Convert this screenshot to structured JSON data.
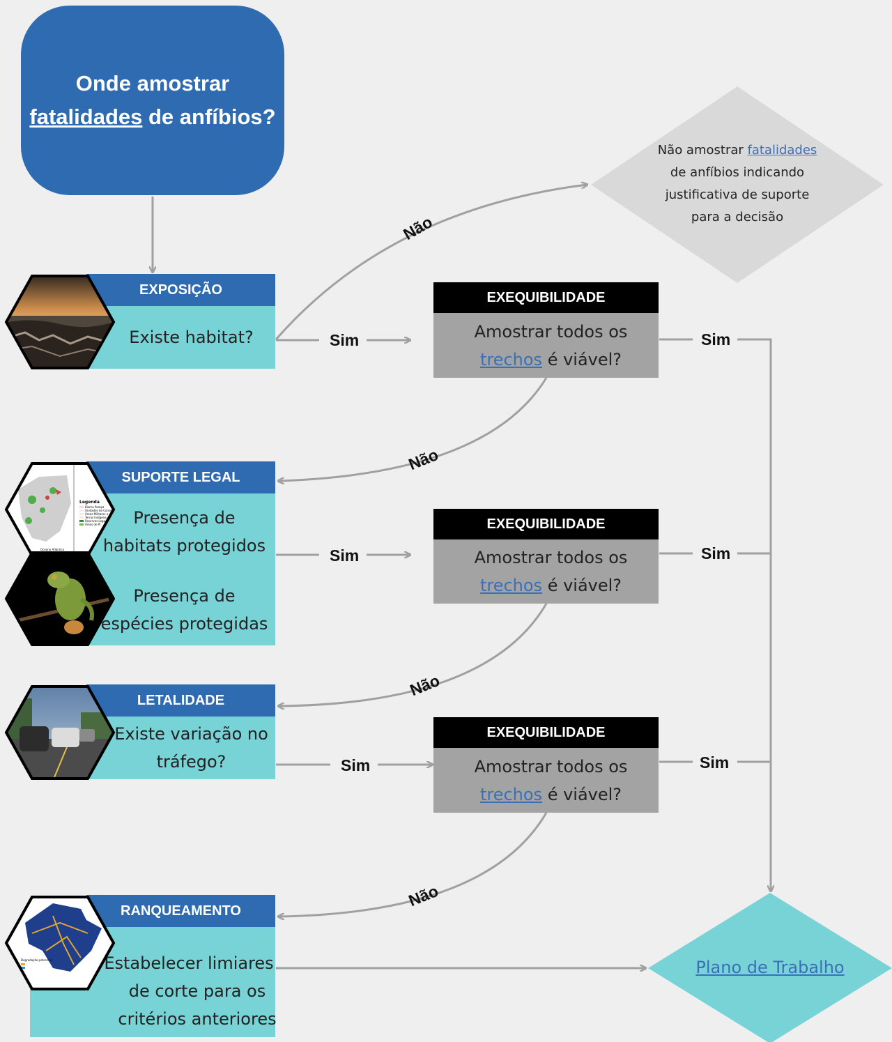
{
  "start": {
    "line1": "Onde amostrar",
    "line2_link": "fatalidades",
    "line2_rest": " de anfíbios?"
  },
  "no_sample": {
    "prefix": "Não amostrar ",
    "link": "fatalidades",
    "lines": [
      "de anfíbios indicando",
      "justificativa de suporte",
      "para a decisão"
    ]
  },
  "sections": {
    "exposicao": {
      "header": "EXPOSIÇÃO",
      "lines": [
        "Existe habitat?"
      ]
    },
    "suporte": {
      "header": "SUPORTE LEGAL",
      "lines": [
        "Presença de",
        "habitats protegidos"
      ],
      "lines2": [
        "Presença de",
        "espécies protegidas"
      ]
    },
    "letalidade": {
      "header": "LETALIDADE",
      "lines": [
        "Existe variação no",
        "tráfego?"
      ]
    },
    "ranqueamento": {
      "header": "RANQUEAMENTO",
      "lines": [
        "Estabelecer limiares",
        "de corte para os",
        "critérios anteriores"
      ]
    }
  },
  "exequibilidade": {
    "header": "EXEQUIBILIDADE",
    "line1": "Amostrar todos os",
    "link": "trechos",
    "rest": " é viável?"
  },
  "labels": {
    "sim": "Sim",
    "nao": "Não"
  },
  "plano": {
    "label": "Plano de Trabalho"
  },
  "map_legend": {
    "title": "Legenda",
    "items": [
      "Bioma Pampa",
      "Unidades de Conse",
      "Áreas Militares e",
      "Terras Indígena",
      "Reservas Lega",
      "Áreas de Pr"
    ],
    "ocean": "Oceano Atlântico"
  },
  "rank_map": {
    "legend_title": "Degradação potencial"
  },
  "colors": {
    "blue": "#2f6bb1",
    "teal": "#78d3d6",
    "grey": "#a3a3a3",
    "light_grey": "#d9d9d9",
    "arrow": "#a0a0a0"
  }
}
